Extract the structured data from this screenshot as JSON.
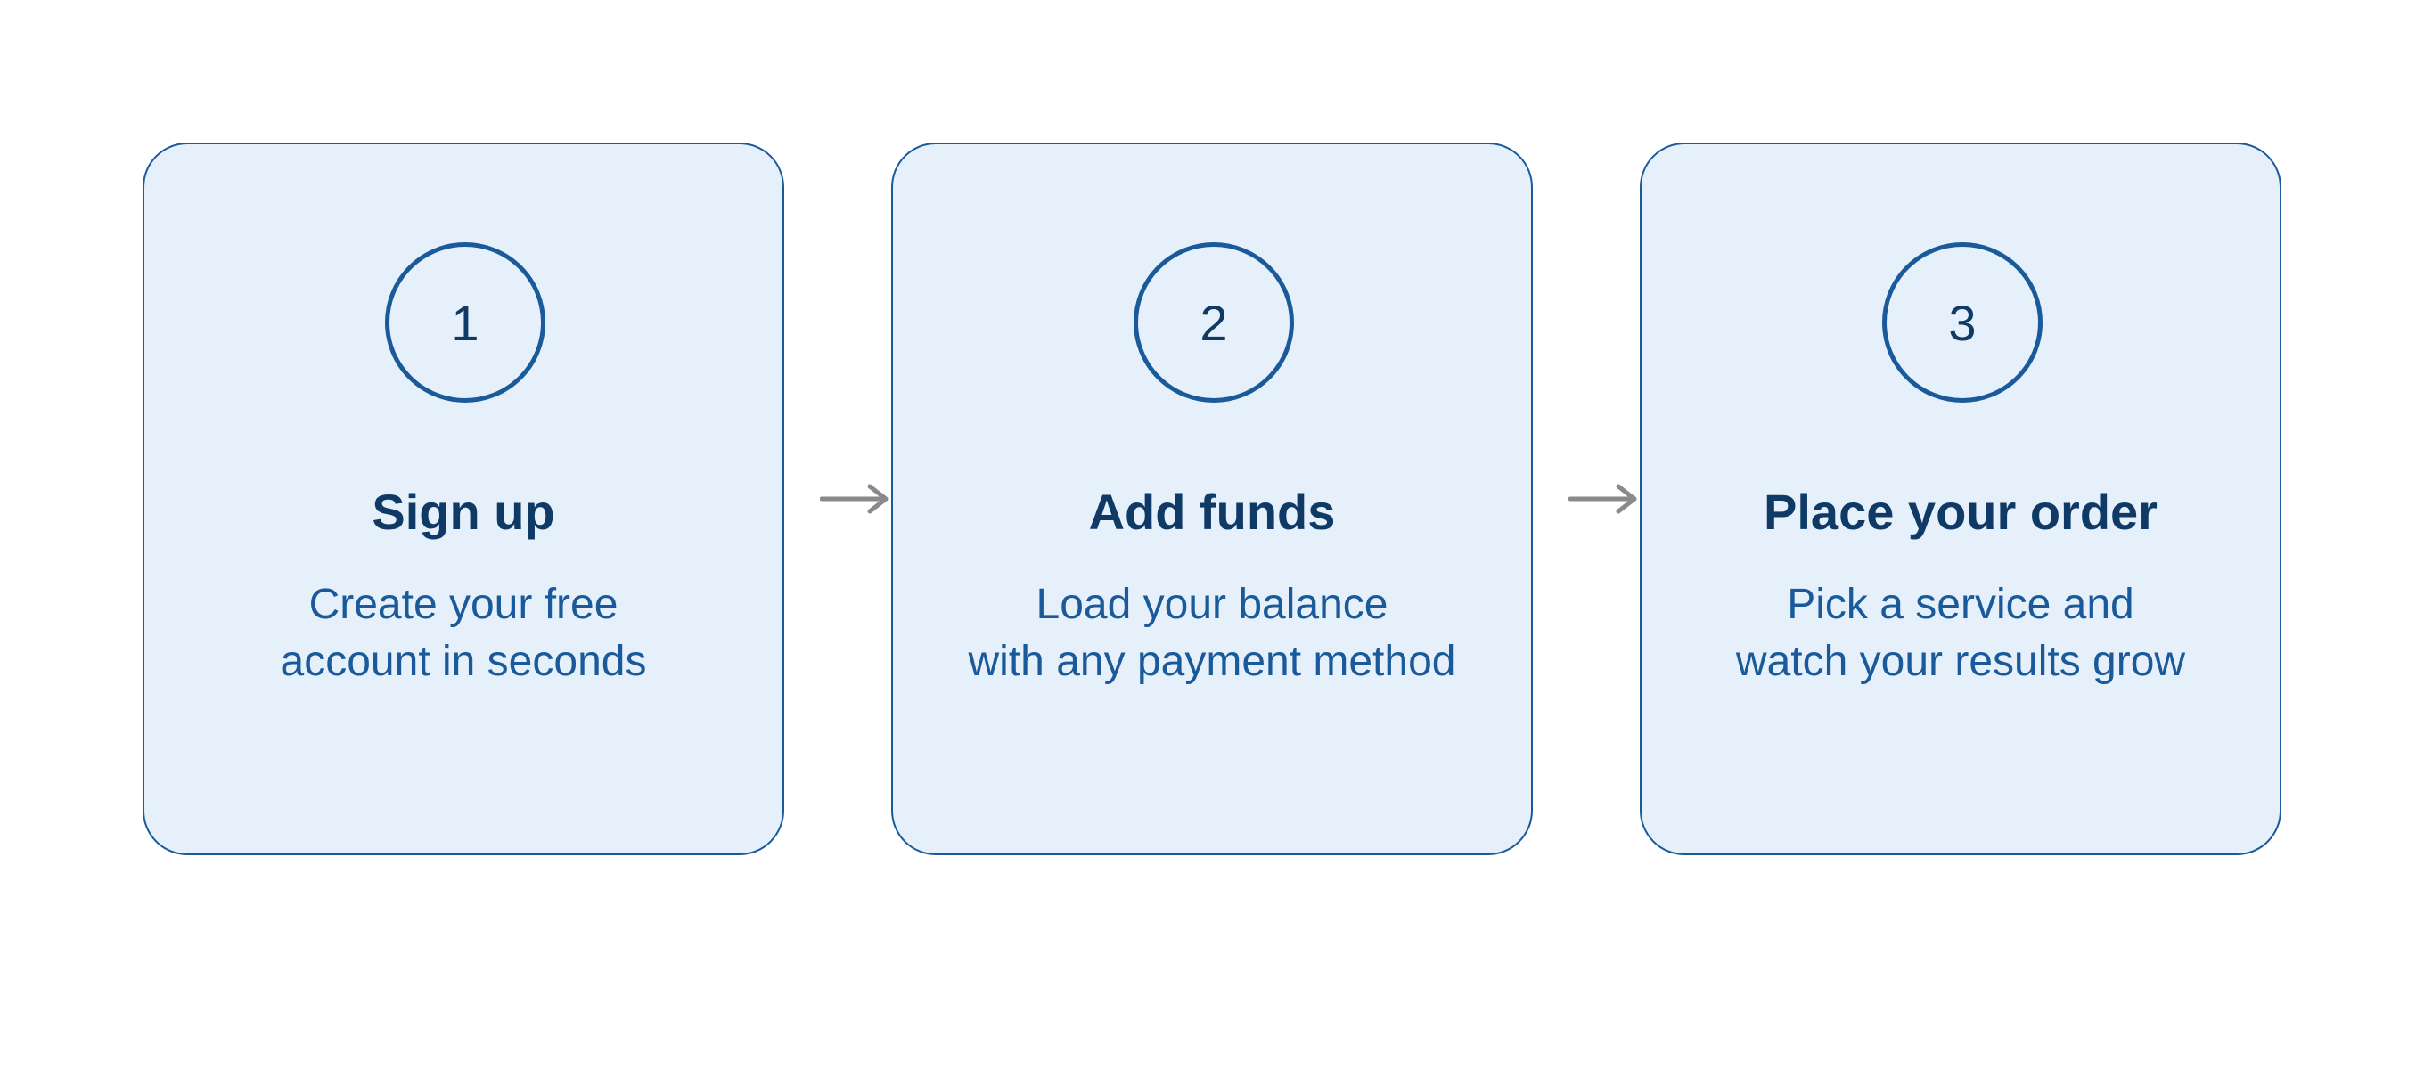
{
  "steps": [
    {
      "number": "1",
      "title": "Sign up",
      "desc_line1": "Create your free",
      "desc_line2": "account in seconds"
    },
    {
      "number": "2",
      "title": "Add funds",
      "desc_line1": "Load your balance",
      "desc_line2": "with any payment method"
    },
    {
      "number": "3",
      "title": "Place your order",
      "desc_line1": "Pick a service and",
      "desc_line2": "watch your results grow"
    }
  ],
  "colors": {
    "card_fill": "#e6f0fa",
    "card_border": "#1a5a9a",
    "title_text": "#103a66",
    "desc_text": "#1a5a9a",
    "arrow": "#8a8a8a"
  },
  "icons": {
    "connector": "arrow-right-icon"
  }
}
